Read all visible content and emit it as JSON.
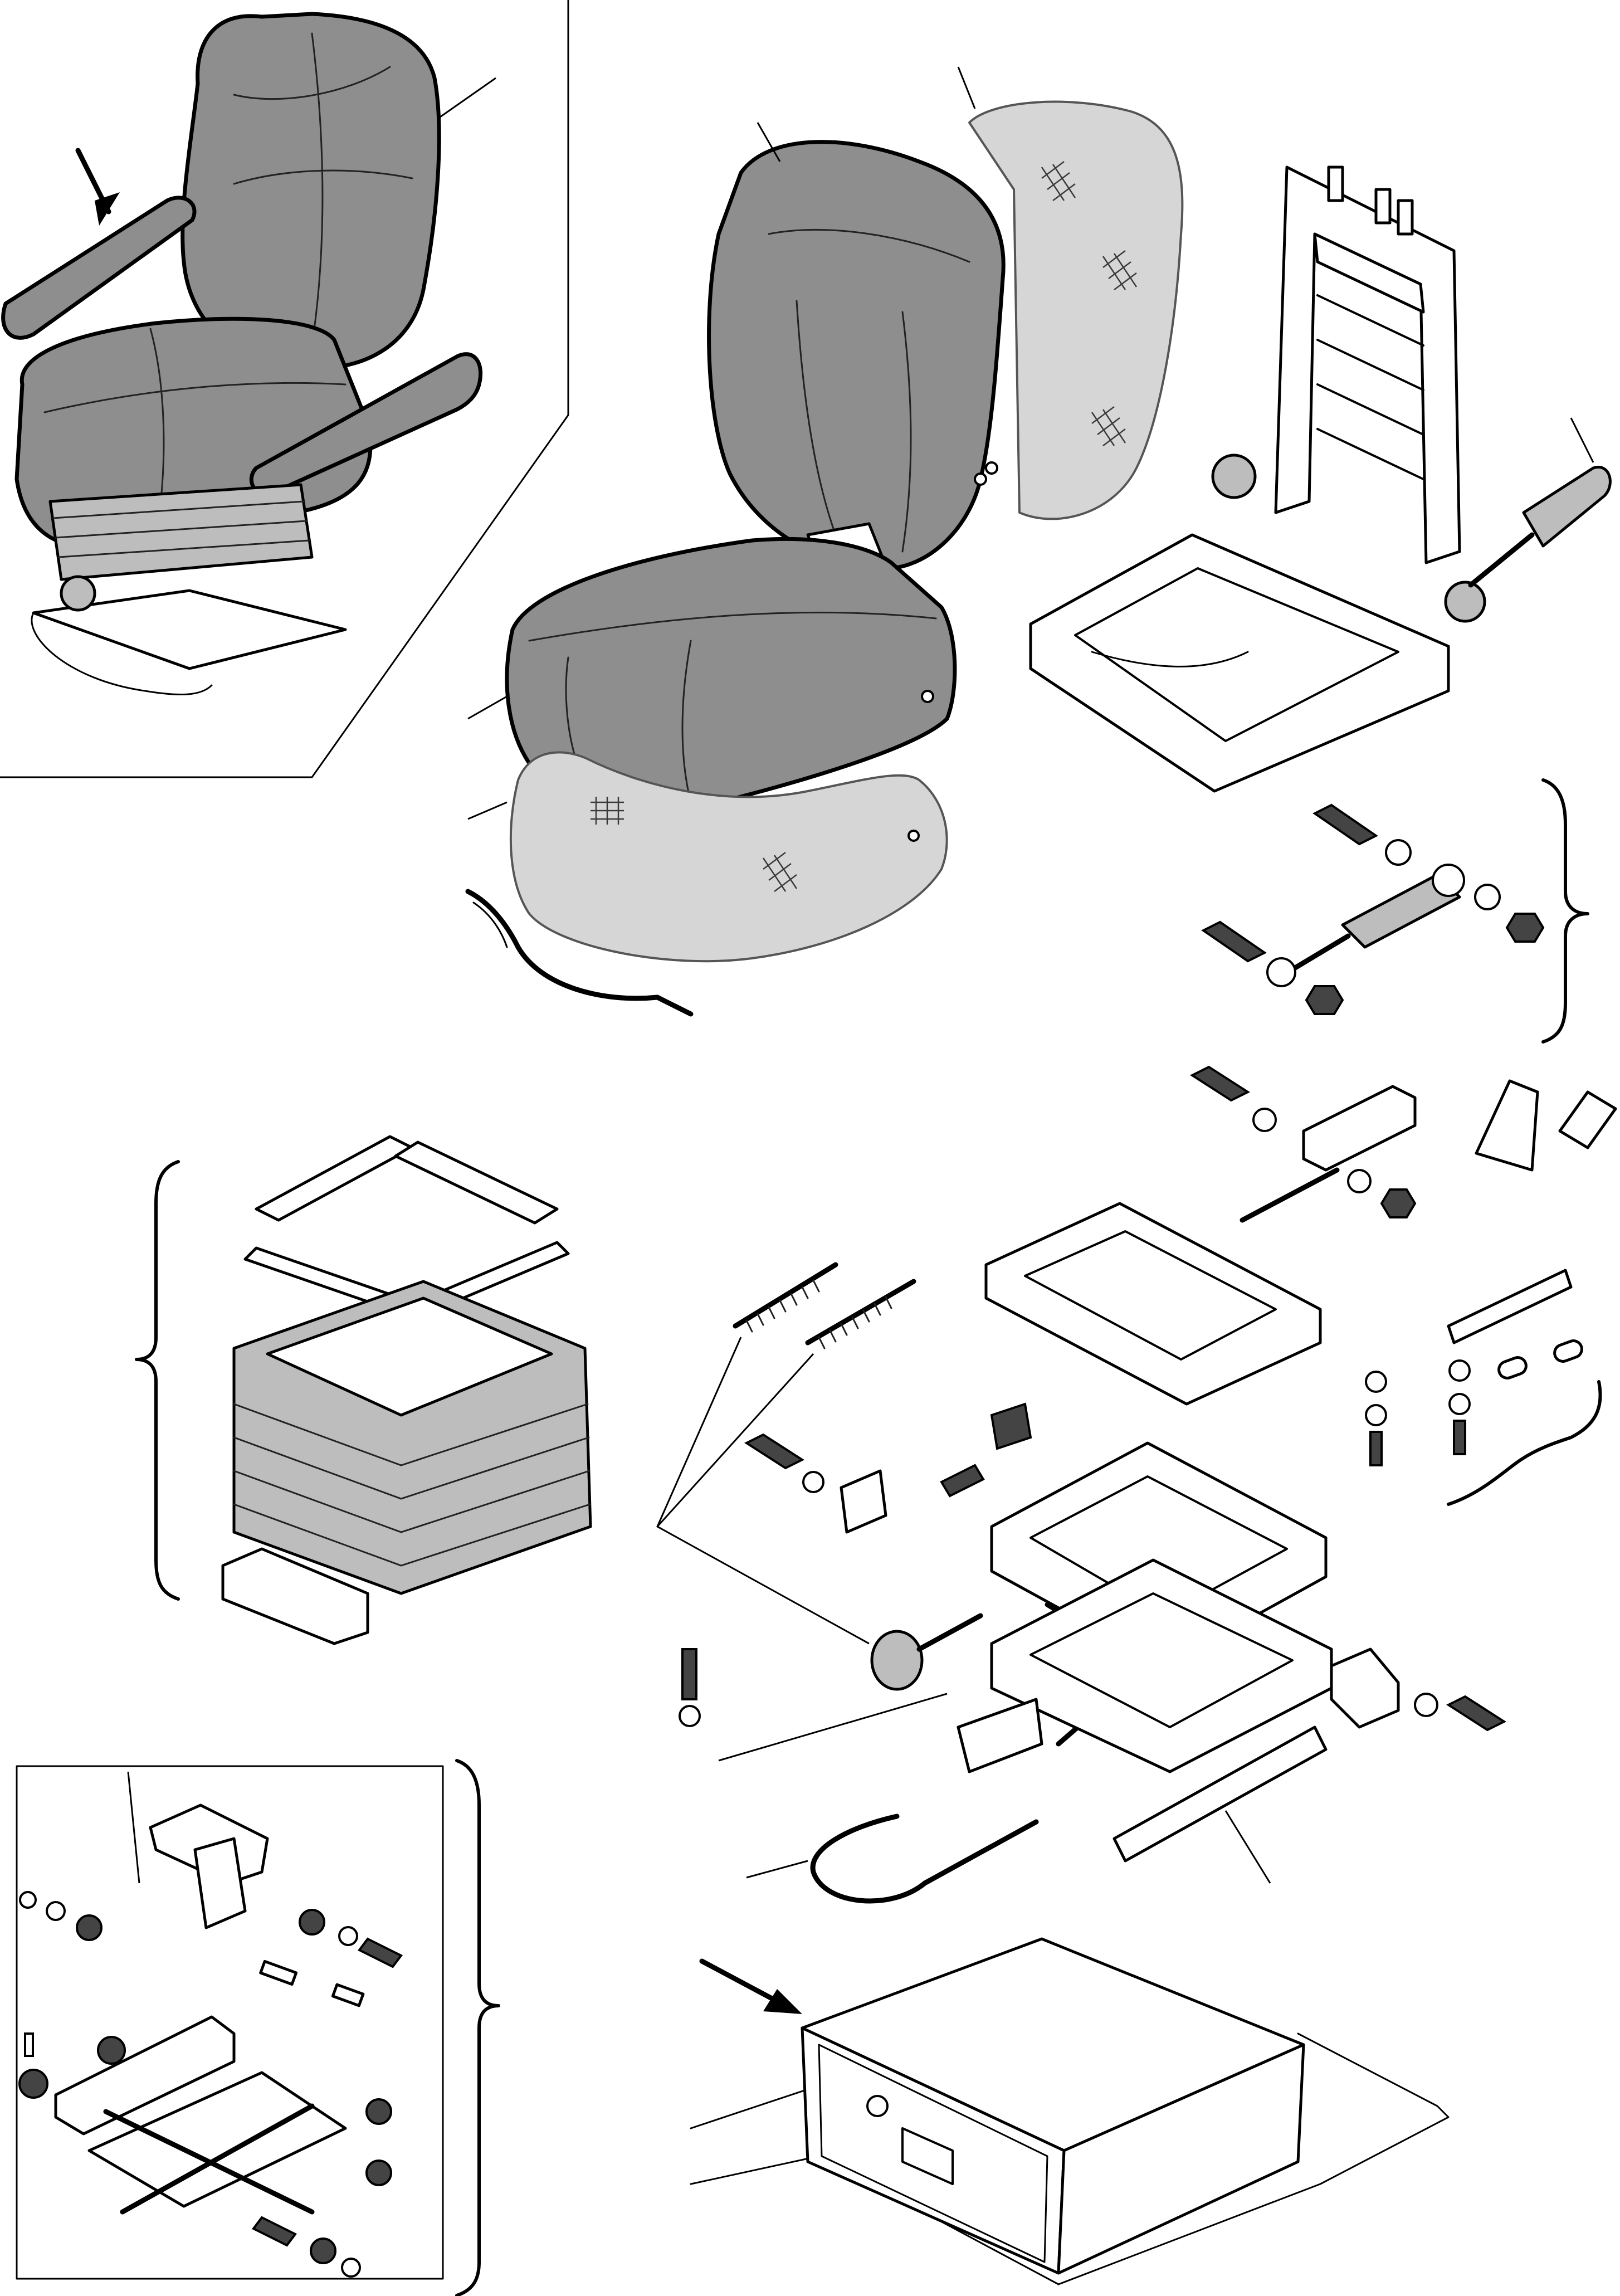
{
  "diagram": {
    "kind": "exploded-parts-view",
    "colors": {
      "line": "#000000",
      "cushion_fill": "#8e8e8e",
      "foam_fill": "#d6d6d6",
      "background": "#ffffff"
    },
    "icons": [
      "arrow-pointer-icon",
      "brace-group-icon"
    ],
    "groups": [
      "assembled-seat-inset",
      "backrest-and-cushion-group",
      "backrest-frame-group",
      "damper-group",
      "bellows-group",
      "suspension-mechanism-group",
      "slide-rail-group",
      "linkage-detail-inset",
      "seat-box-base"
    ]
  }
}
